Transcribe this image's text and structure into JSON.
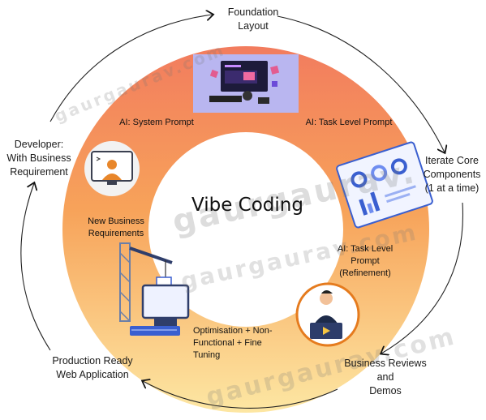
{
  "diagram": {
    "center_title": "Vibe Coding",
    "outer_steps": [
      {
        "text": "Foundation\nLayout"
      },
      {
        "text": "Iterate Core\nComponents\n(1 at a time)"
      },
      {
        "text": "Business Reviews\nand\nDemos"
      },
      {
        "text": "Production Ready\nWeb Application"
      },
      {
        "text": "Developer:\nWith Business\nRequirement"
      }
    ],
    "inner_labels": [
      {
        "text": "AI: System Prompt"
      },
      {
        "text": "AI: Task Level Prompt"
      },
      {
        "text": "AI: Task Level\nPrompt\n(Refinement)"
      },
      {
        "text": "Optimisation + Non-\nFunctional + Fine\nTuning"
      },
      {
        "text": "New Business\nRequirements"
      }
    ],
    "watermarks": [
      "gaurgaurav.com",
      "gaurgaurav.",
      "gaurgaurav.com",
      "gaurgaurav.com"
    ],
    "colors": {
      "ring_top": "#f27c5e",
      "ring_mid": "#f7a35a",
      "ring_bottom": "#fde7a3",
      "accent_blue": "#3a5fd0",
      "arrow": "#111111"
    },
    "icons": [
      "laptop-dashboard-icon",
      "dashboard-panel-icon",
      "presenter-laptop-icon",
      "crane-computer-icon",
      "developer-screen-icon"
    ]
  }
}
